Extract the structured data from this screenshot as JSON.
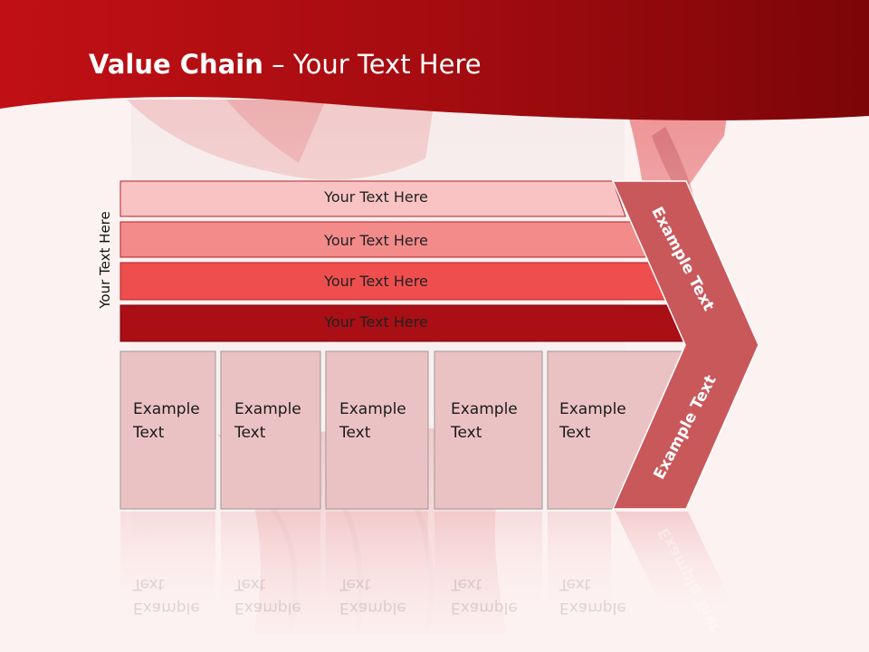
{
  "slide": {
    "title_bold": "Value Chain",
    "title_rest": " – Your Text Here",
    "side_label": "Your Text Here"
  },
  "bars": [
    {
      "label": "Your Text Here",
      "color": "#f9c3c4"
    },
    {
      "label": "Your Text Here",
      "color": "#f28b8a"
    },
    {
      "label": "Your Text Here",
      "color": "#ef4e4e"
    },
    {
      "label": "Your Text Here",
      "color": "#a90f14"
    }
  ],
  "cells": [
    {
      "label": "Example\nText"
    },
    {
      "label": "Example\nText"
    },
    {
      "label": "Example\nText"
    },
    {
      "label": "Example\nText"
    },
    {
      "label": "Example\nText"
    }
  ],
  "chevron": {
    "upper_label": "Example Text",
    "lower_label": "Example Text",
    "color": "#c9585b"
  },
  "colors": {
    "header": "#b80f14",
    "cell_fill": "#ebc2c3",
    "background": "#fdf2f2"
  }
}
